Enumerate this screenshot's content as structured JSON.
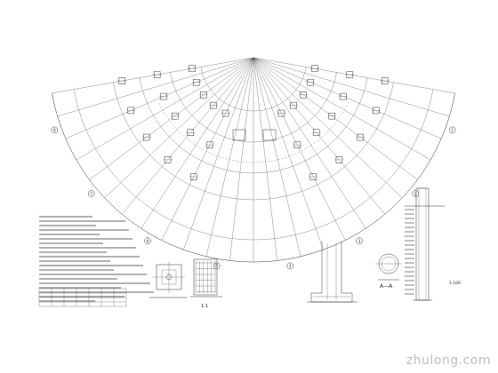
{
  "drawing": {
    "main_plan": {
      "grid_labels": [
        "1",
        "2",
        "3",
        "4",
        "5",
        "6",
        "7",
        "8"
      ]
    },
    "details": [
      {
        "id": "column-base-plan",
        "title": "",
        "section_label": ""
      },
      {
        "id": "section-1-1",
        "title": "",
        "section_label": "1-1"
      },
      {
        "id": "pile-cap-section",
        "title": "",
        "section_label": ""
      },
      {
        "id": "circle-section",
        "title": "",
        "section_label": "A—A"
      },
      {
        "id": "pile-elevation",
        "title": "",
        "section_label": ""
      }
    ],
    "scale_note": "1:100"
  },
  "watermark": "zhulong.com"
}
